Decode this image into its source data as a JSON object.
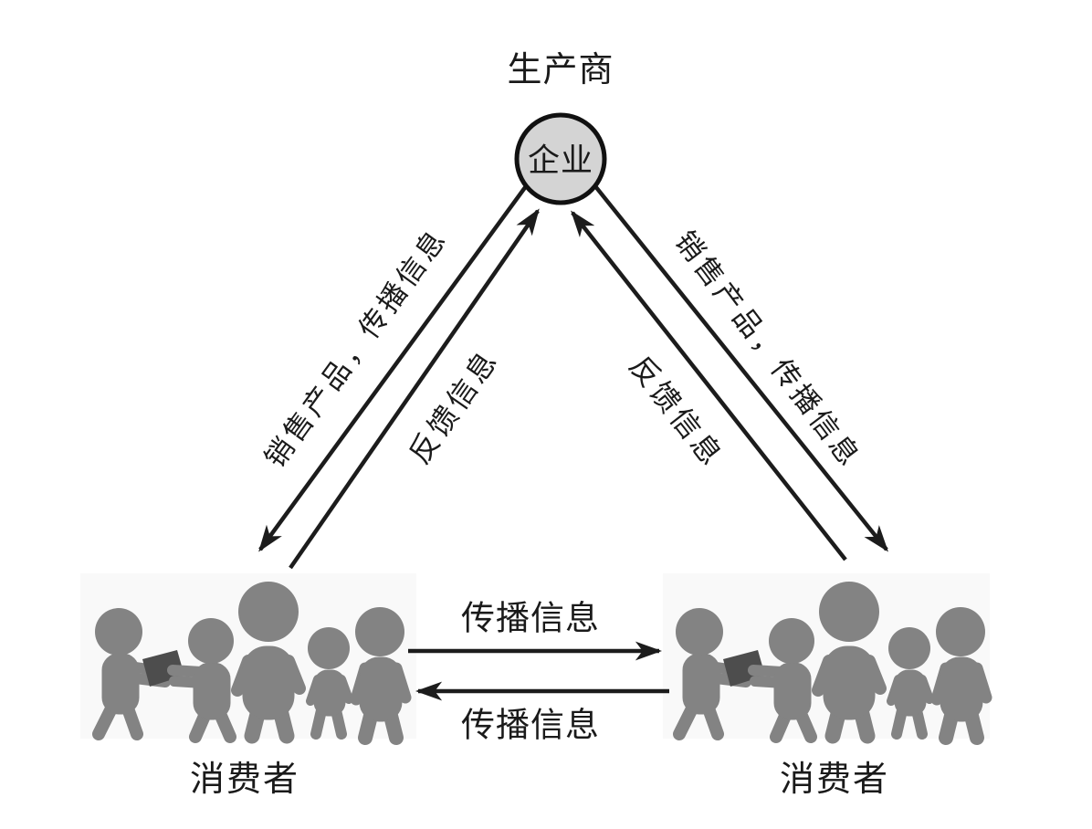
{
  "diagram": {
    "title_top": "生产商",
    "node_enterprise": "企业",
    "edge_labels": {
      "left_outer": "销售产品，传播信息",
      "left_inner": "反馈信息",
      "right_outer": "销售产品，传播信息",
      "right_inner": "反馈信息",
      "middle_top": "传播信息",
      "middle_bottom": "传播信息"
    },
    "label_consumers_left": "消费者",
    "label_consumers_right": "消费者",
    "colors": {
      "background": "#ffffff",
      "line": "#1c1c1c",
      "node_fill": "#d4d4d4",
      "node_stroke": "#111111",
      "people": "#838383",
      "parcel": "#4d4d4d",
      "crowd_background": "#f9f9f9",
      "text": "#1a1a1a"
    }
  }
}
